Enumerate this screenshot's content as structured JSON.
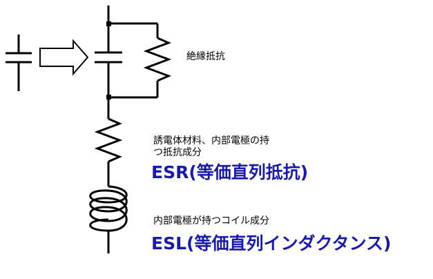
{
  "labels": {
    "insulation_resistance": "絶縁抵抗",
    "esr_description_line1": "誘電体材料、内部電極の持",
    "esr_description_line2": "つ抵抗成分",
    "esr_name": "ESR(等価直列抵抗)",
    "esl_description": "内部電極が持つコイル成分",
    "esl_name": "ESL(等価直列インダクタンス)"
  },
  "colors": {
    "stroke": "#000000",
    "highlight_text": "#1a1aa8",
    "body_text": "#000000"
  }
}
